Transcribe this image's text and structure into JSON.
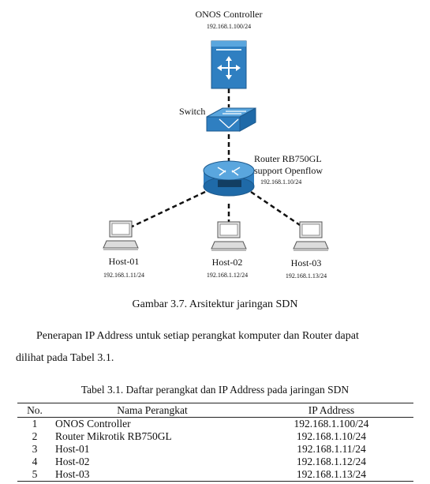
{
  "figure": {
    "controller": {
      "name": "ONOS Controller",
      "ip": "192.168.1.100/24"
    },
    "switch": {
      "label": "Switch"
    },
    "router": {
      "line1": "Router RB750GL",
      "line2": "support Openflow",
      "ip": "192.168.1.10/24"
    },
    "hosts": [
      {
        "name": "Host-01",
        "ip": "192.168.1.11/24"
      },
      {
        "name": "Host-02",
        "ip": "192.168.1.12/24"
      },
      {
        "name": "Host-03",
        "ip": "192.168.1.13/24"
      }
    ],
    "caption": "Gambar 3.7. Arsitektur jaringan SDN"
  },
  "paragraph": {
    "line1": "Penerapan IP Address untuk setiap perangkat komputer dan Router dapat",
    "line2": "dilihat pada Tabel 3.1."
  },
  "table": {
    "caption": "Tabel 3.1. Daftar perangkat dan IP Address pada jaringan SDN",
    "headers": [
      "No.",
      "Nama Perangkat",
      "IP Address"
    ],
    "rows": [
      [
        "1",
        "ONOS Controller",
        "192.168.1.100/24"
      ],
      [
        "2",
        "Router Mikrotik RB750GL",
        "192.168.1.10/24"
      ],
      [
        "3",
        "Host-01",
        "192.168.1.11/24"
      ],
      [
        "4",
        "Host-02",
        "192.168.1.12/24"
      ],
      [
        "5",
        "Host-03",
        "192.168.1.13/24"
      ]
    ]
  }
}
